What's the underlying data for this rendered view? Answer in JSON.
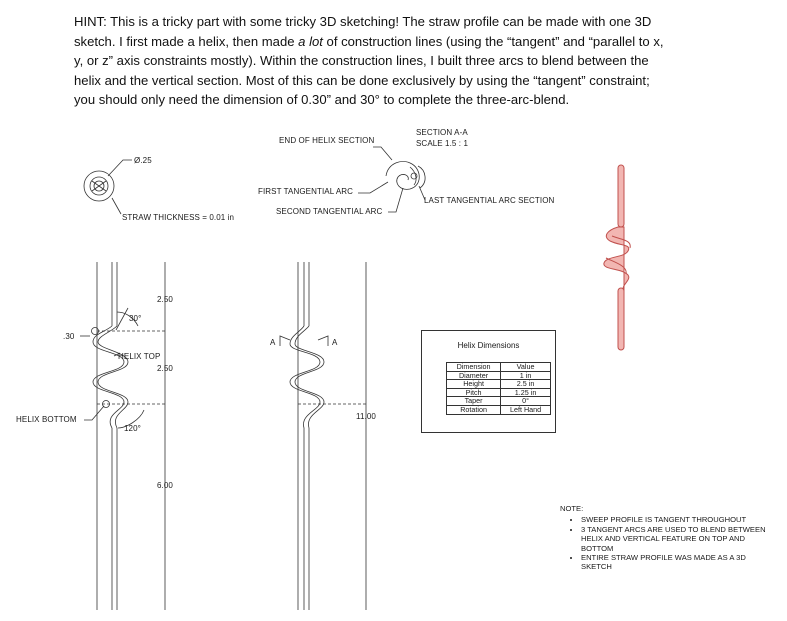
{
  "hint": {
    "line1": "HINT: This is a tricky part with some tricky 3D sketching! The straw profile can be made with one 3D",
    "line2_a": "sketch. I first made a helix, then made ",
    "line2_em": "a lot",
    "line2_b": " of construction lines (using the “tangent” and “parallel to x,",
    "line3": "y, or z” axis constraints mostly). Within the construction lines, I built three arcs to blend between the",
    "line4": "helix and the vertical section. Most of this can be done exclusively by using the “tangent” constraint;",
    "line5": "you should only need the dimension of 0.30” and 30° to complete the three-arc-blend."
  },
  "top_view": {
    "diameter": "Ø.25",
    "thickness": "STRAW THICKNESS = 0.01 in"
  },
  "section": {
    "title": "SECTION A-A",
    "scale": "SCALE 1.5 : 1",
    "end_of_helix": "END OF HELIX SECTION",
    "first_arc": "FIRST TANGENTIAL ARC",
    "second_arc": "SECOND TANGENTIAL ARC",
    "last_arc": "LAST TANGENTIAL ARC SECTION"
  },
  "front_view": {
    "dim_top": "2.50",
    "angle_top": "30°",
    "offset": ".30",
    "helix_top": "HELIX TOP",
    "dim_mid": "2.50",
    "helix_bottom": "HELIX BOTTOM",
    "angle_bottom": "120°",
    "dim_bottom": "6.00"
  },
  "side_view": {
    "marker_left": "A",
    "marker_right": "A",
    "overall": "11.00"
  },
  "helix_table": {
    "title": "Helix Dimensions",
    "columns": [
      "Dimension",
      "Value"
    ],
    "rows": [
      [
        "Diameter",
        "1 in"
      ],
      [
        "Height",
        "2.5 in"
      ],
      [
        "Pitch",
        "1.25 in"
      ],
      [
        "Taper",
        "0°"
      ],
      [
        "Rotation",
        "Left Hand"
      ]
    ]
  },
  "note": {
    "title": "NOTE:",
    "items": [
      "SWEEP PROFILE IS TANGENT THROUGHOUT",
      "3 TANGENT ARCS ARE USED TO BLEND BETWEEN HELIX AND VERTICAL FEATURE ON TOP AND BOTTOM",
      "ENTIRE STRAW PROFILE WAS MADE AS A 3D SKETCH"
    ]
  },
  "colors": {
    "line": "#333333",
    "straw_fill": "#f2b6b2",
    "straw_stroke": "#c0504d"
  }
}
